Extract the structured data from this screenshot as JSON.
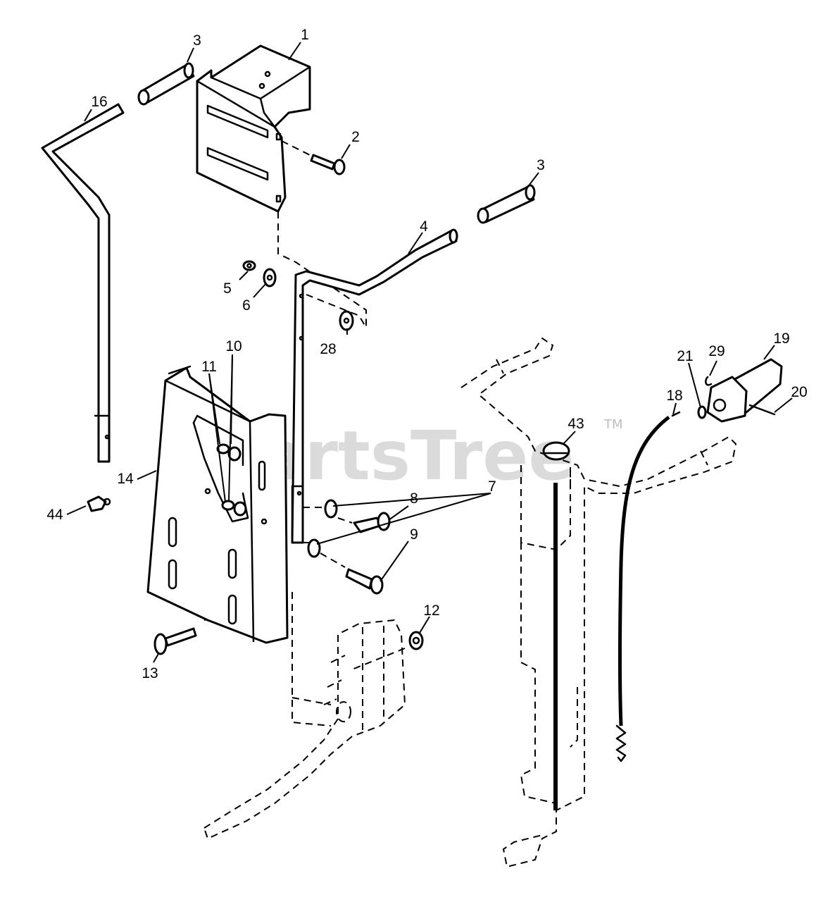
{
  "watermark": {
    "text": "PartsTree",
    "trademark": "TM"
  },
  "callouts": {
    "c1": "1",
    "c2": "2",
    "c3a": "3",
    "c3b": "3",
    "c4": "4",
    "c5": "5",
    "c6": "6",
    "c7": "7",
    "c8": "8",
    "c9": "9",
    "c10": "10",
    "c11": "11",
    "c12": "12",
    "c13": "13",
    "c14": "14",
    "c16": "16",
    "c18": "18",
    "c19": "19",
    "c20": "20",
    "c21": "21",
    "c28": "28",
    "c29": "29",
    "c43": "43",
    "c44": "44"
  }
}
